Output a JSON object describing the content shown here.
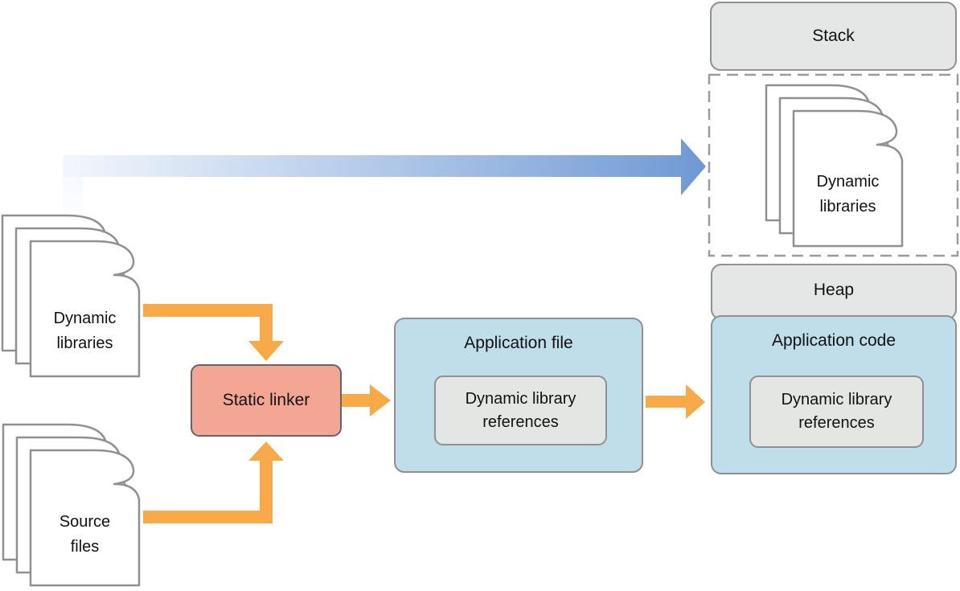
{
  "colors": {
    "orange": "#f7aa47",
    "blueArrowStart": "#f3f7fc",
    "blueArrowEnd": "#6f99d4",
    "boxBlue": "#bfdee9",
    "headerGray": "#e5e6e6",
    "innerGray": "#e4e6e4",
    "salmon": "#f4a694",
    "borderGray": "#8e9091",
    "borderDark": "#636466",
    "docStroke": "#8e9091",
    "dashedBorder": "#9b9b9b"
  },
  "build_side": {
    "dynamic_libraries_stack": {
      "lines": [
        "Dynamic",
        "libraries"
      ]
    },
    "source_files_stack": {
      "lines": [
        "Source",
        "files"
      ]
    },
    "static_linker": {
      "label": "Static linker"
    },
    "application_file": {
      "title": "Application file",
      "references_box": {
        "lines": [
          "Dynamic library",
          "references"
        ]
      }
    }
  },
  "memory_side": {
    "stack_region": {
      "label": "Stack"
    },
    "loaded_dynamic_libraries_stack": {
      "lines": [
        "Dynamic",
        "libraries"
      ]
    },
    "heap_region": {
      "label": "Heap"
    },
    "application_code": {
      "title": "Application code",
      "references_box": {
        "lines": [
          "Dynamic library",
          "references"
        ]
      }
    }
  }
}
